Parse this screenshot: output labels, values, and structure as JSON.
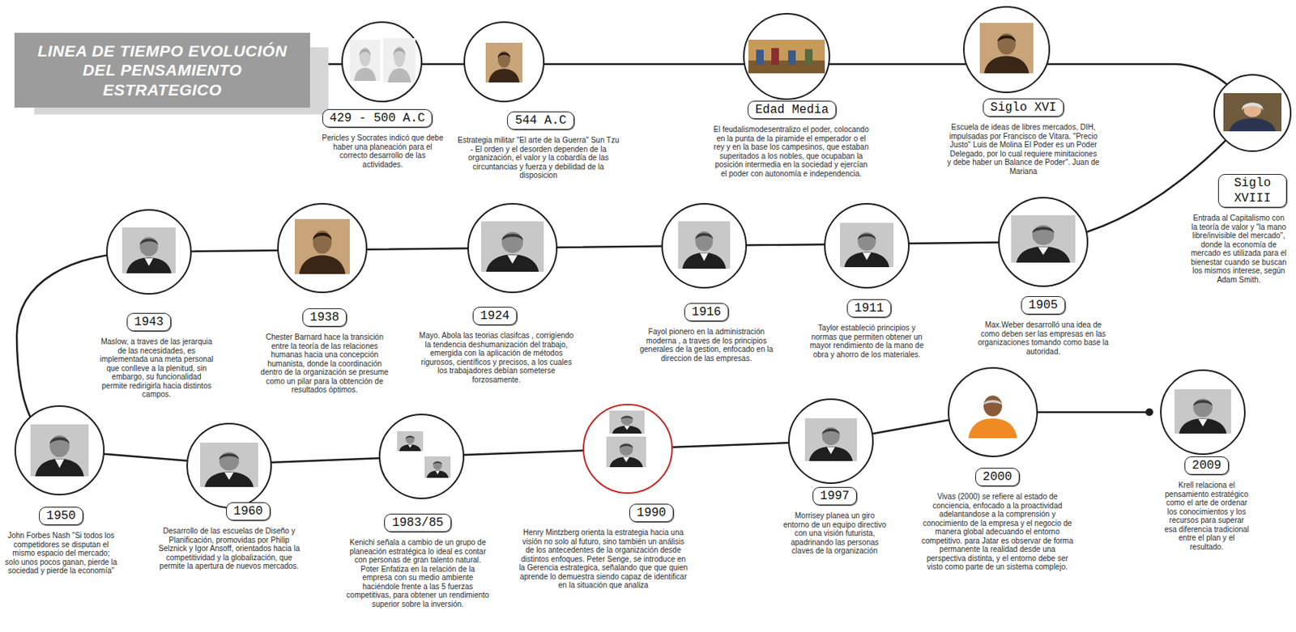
{
  "diagram": {
    "title": "LINEA DE TIEMPO EVOLUCIÓN DEL PENSAMIENTO ESTRATEGICO",
    "nodes": [
      {
        "text": [
          "429 - 500 A.C",
          "Pericles y Socrates indicó que debe haber una planeación para el correcto desarrollo de las actividades."
        ]
      },
      {
        "text": [
          "544 A.C",
          "Estrategia militar \"El arte de la Guerra\" Sun Tzu - El orden y el desorden dependen de la organización, el valor y la cobardía de las circuntancias y fuerza y debilidad de la disposicion"
        ]
      },
      {
        "text": [
          "Edad Media",
          "El feudalismodesentralizo el poder, colocando en la punta de la piramide el emperador o el rey y en la base los campesinos, que estaban superitados a los nobles, que ocupaban la posición intermedia en la sociedad y ejercían el poder con autonomía e independencia."
        ]
      },
      {
        "text": [
          "Siglo XVI",
          "Escuela de ideas de libres mercados, DIH, impulsadas por Francisco de Vitara. \"Precio Justo\" Luis de Molina El Poder es un Poder Delegado, por lo cual requiere minitaciones y debe haber un Balance de Poder\". Juan de Mariana"
        ]
      },
      {
        "text": [
          "Siglo XVIII",
          "Entrada al Capitalismo con la teoría de valor y \"la mano libre/invisible del mercado\", donde la economía de mercado es utilizada para el bienestar cuando se buscan los mismos interese, según Adam Smith."
        ]
      },
      {
        "text": [
          "1905",
          "Max.Weber desarrolló una idea de como deben ser las empresas en las organizaciones tomando como base la autoridad."
        ]
      },
      {
        "text": [
          "1911",
          "Taylor estableció principios y normas que permiten obtener un mayor rendimiento de la mano de obra y ahorro de los materiales."
        ]
      },
      {
        "text": [
          "1916",
          "Fayol pionero en la administración moderna , a traves de los principios generales de la gestion, enfocado en la direccion de las empresas."
        ]
      },
      {
        "text": [
          "1924",
          "Mayo. Abola las teorias clasifcas , corrigiendo la tendencia deshumanización del trabajo, emergida con la aplicación de métodos rigurosos, científicos y precisos, a los cuales los trabajadores debían someterse forzosamente."
        ]
      },
      {
        "text": [
          "1938",
          "Chester Barnard hace la transición entre la teoría de las relaciones humanas hacia una concepción humanista, donde la coordinación dentro de la organización se presume como un pilar para la obtención de resultados óptimos."
        ]
      },
      {
        "text": [
          "1943",
          "Maslow, a traves de las jerarquia de las necesidades, es implementada una meta personal que conlleve a la plenitud, sin embargo, su funcionalidad permite redirigirla hacia distintos campos."
        ]
      },
      {
        "text": [
          "1950",
          "John Forbes Nash \"Si todos los competidores se disputan el mismo espacio del mercado; solo unos pocos ganan, pierde la sociedad y pierde la economía\""
        ]
      },
      {
        "text": [
          "1960",
          "Desarrollo de las escuelas de Diseño y Planificación, promovidas por Philip Selznick y Igor Ansoff, orientados hacia la competitividad y la globalización, que permite la apertura de nuevos mercados."
        ]
      },
      {
        "text": [
          "1983/85",
          "Kenichi señala a cambio de un grupo de planeación estratégica lo ideal es contar con personas de gran talento natural. Poter Enfatiza en la relación de la empresa con su medio ambiente haciéndole frente a las 5 fuerzas competitivas, para obtener un rendimiento superior sobre la inversión."
        ]
      },
      {
        "text": [
          "1990",
          "Henry Mintzberg orienta la estrategia hacia una visión no solo al futuro, sino también un análisis de los antecedentes de la organización desde distintos enfoques. Peter Senge, se introduce en la Gerencia estrategica, señalando que que quien aprende lo demuestra siendo capaz de identificar en la situación que analiza"
        ]
      },
      {
        "text": [
          "1997",
          "Morrisey planea un giro entorno de un equipo directivo con una visión futurista, apadrinando las personas claves de la organización"
        ]
      },
      {
        "text": [
          "2000",
          "Vivas (2000) se refiere al estado de conciencia, enfocado a la proactividad adelantandose a la comprensión y conocimiento de la empresa y el negocio de manera global adecuando el entorno competitivo. para Jatar es observar de forma permanente la realidad desde una perspectiva distinta, y el entorno debe ser visto como parte de un sistema complejo."
        ]
      },
      {
        "text": [
          "2009",
          "Krell relaciona el pensamiento estratégico como el arte de ordenar los conocimientos y los recursos para superar esa diferencia tradicional entre el plan y el resultado."
        ]
      }
    ]
  }
}
